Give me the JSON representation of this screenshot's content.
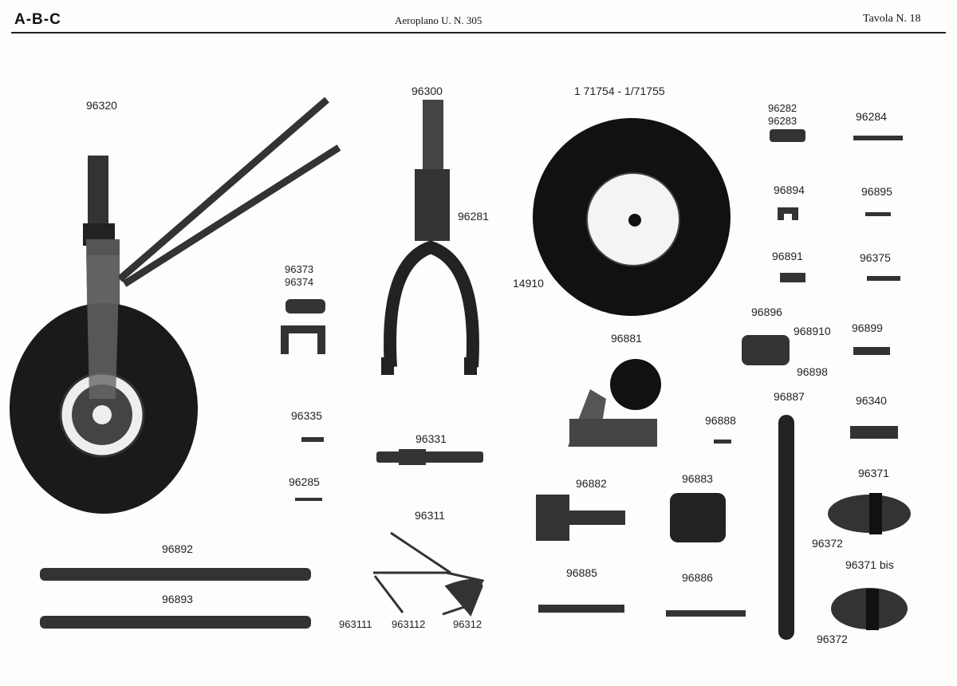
{
  "header": {
    "left": "A-B-C",
    "center": "Aeroplano U. N. 305",
    "right": "Tavola N. 18"
  },
  "parts": {
    "p96320": "96320",
    "p96300": "96300",
    "p71754": "1 71754 - 1/71755",
    "p96282": "96282",
    "p96283": "96283",
    "p96284": "96284",
    "p96894": "96894",
    "p96895": "96895",
    "p96891": "96891",
    "p96375": "96375",
    "p96281": "96281",
    "p14910": "14910",
    "p96373": "96373",
    "p96374": "96374",
    "p96896": "96896",
    "p968910": "968910",
    "p96899": "96899",
    "p96898": "96898",
    "p96881": "96881",
    "p96887": "96887",
    "p96340": "96340",
    "p96335": "96335",
    "p96888": "96888",
    "p96331": "96331",
    "p96285": "96285",
    "p96883": "96883",
    "p96882": "96882",
    "p96371": "96371",
    "p96311": "96311",
    "p96372a": "96372",
    "p96892": "96892",
    "p96371bis": "96371 bis",
    "p96885": "96885",
    "p96886": "96886",
    "p96893": "96893",
    "p963111": "963111",
    "p963112": "963112",
    "p96312": "96312",
    "p96372b": "96372"
  }
}
